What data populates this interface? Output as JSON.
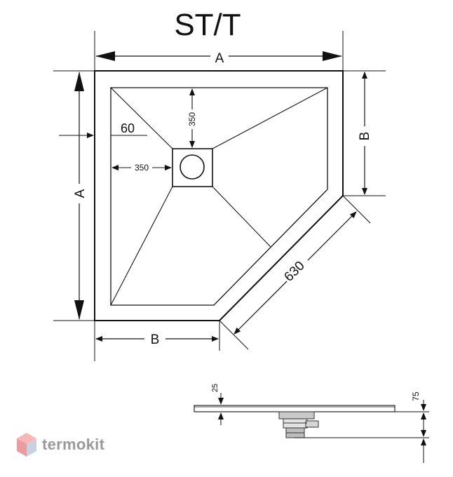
{
  "title": "ST/T",
  "dimensions": {
    "a_top": "A",
    "a_left": "A",
    "b_right": "B",
    "b_bottom": "B",
    "diagonal": "630",
    "rim": "60",
    "drain_vertical": "350",
    "drain_horizontal": "350",
    "profile_depth": "25",
    "profile_height": "75"
  },
  "logo": {
    "text": "termokit",
    "icon": "hexagon-logo-icon",
    "colors": {
      "top": "#f07b7b",
      "left": "#d94a52",
      "right": "#b8c3d6",
      "text": "#9a9a9a"
    }
  }
}
